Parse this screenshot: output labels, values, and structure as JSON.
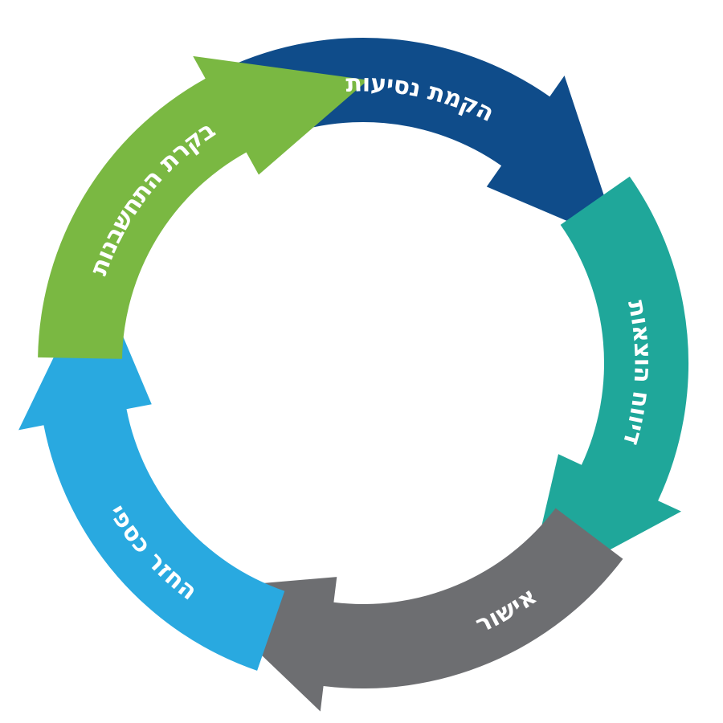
{
  "diagram": {
    "steps": [
      {
        "label": "הקמת נסיעות",
        "color": "#0f4c8a"
      },
      {
        "label": "דיווח הוצאות",
        "color": "#1fa79a"
      },
      {
        "label": "אישור",
        "color": "#6d6e71"
      },
      {
        "label": "החזר כספי",
        "color": "#29a9e0"
      },
      {
        "label": "בקרת התחשבנות",
        "color": "#7ab842"
      }
    ]
  }
}
